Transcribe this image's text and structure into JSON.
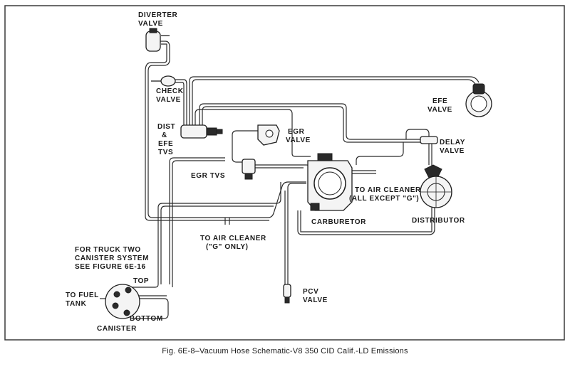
{
  "colors": {
    "background": "#ffffff",
    "ink": "#1f1f1f",
    "frame": "#3a3a3a"
  },
  "labels": {
    "diverter_valve": [
      "DIVERTER",
      "VALVE"
    ],
    "check_valve": [
      "CHECK",
      "VALVE"
    ],
    "efe_valve": [
      "EFE",
      "VALVE"
    ],
    "dist_efe_tvs": [
      "DIST",
      "&",
      "EFE",
      "TVS"
    ],
    "egr_valve": [
      "EGR",
      "VALVE"
    ],
    "delay_valve": [
      "DELAY",
      "VALVE"
    ],
    "egr_tvs": "EGR TVS",
    "to_air_cleaner_all": [
      "TO AIR CLEANER",
      "(ALL EXCEPT \"G\")"
    ],
    "distributor": "DISTRIBUTOR",
    "carburetor": "CARBURETOR",
    "to_air_cleaner_g": [
      "TO AIR CLEANER",
      "(\"G\" ONLY)"
    ],
    "truck_note": [
      "FOR TRUCK TWO",
      "CANISTER SYSTEM",
      "SEE FIGURE 6E-16"
    ],
    "top": "TOP",
    "to_fuel_tank": [
      "TO FUEL",
      "TANK"
    ],
    "bottom": "BOTTOM",
    "canister": "CANISTER",
    "pcv_valve": [
      "PCV",
      "VALVE"
    ]
  },
  "caption": "Fig. 6E-8–Vacuum Hose Schematic-V8 350 CID Calif.-LD Emissions"
}
